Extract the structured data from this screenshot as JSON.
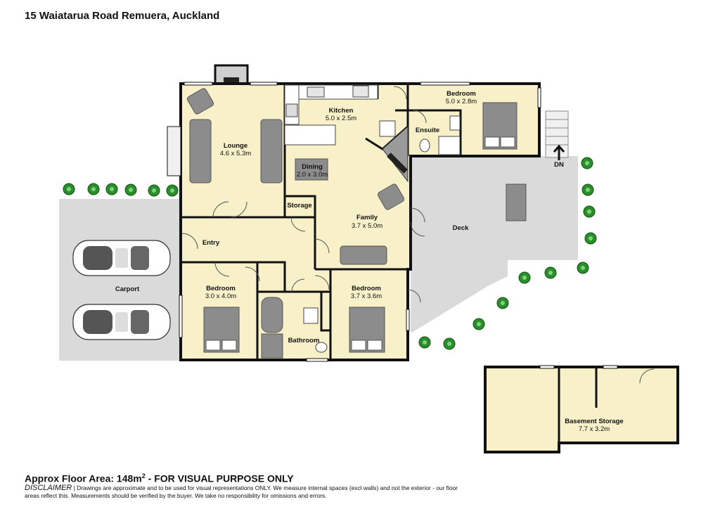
{
  "header": {
    "address": "15 Waiatarua Road Remuera, Auckland"
  },
  "rooms": {
    "lounge": {
      "name": "Lounge",
      "dims": "4.6 x 5.3m"
    },
    "kitchen": {
      "name": "Kitchen",
      "dims": "5.0 x 2.5m"
    },
    "dining": {
      "name": "Dining",
      "dims": "2.0 x 3.0m"
    },
    "family": {
      "name": "Family",
      "dims": "3.7 x 5.0m"
    },
    "storage": {
      "name": "Storage"
    },
    "entry": {
      "name": "Entry"
    },
    "bedroom_top": {
      "name": "Bedroom",
      "dims": "5.0 x 2.8m"
    },
    "ensuite": {
      "name": "Ensuite"
    },
    "bedroom_left": {
      "name": "Bedroom",
      "dims": "3.0 x 4.0m"
    },
    "bedroom_mid": {
      "name": "Bedroom",
      "dims": "3.7 x 3.6m"
    },
    "bathroom": {
      "name": "Bathroom"
    },
    "deck": {
      "name": "Deck"
    },
    "carport": {
      "name": "Carport"
    },
    "basement": {
      "name": "Basement Storage",
      "dims": "7.7 x 3.2m"
    },
    "stairs_label": "DN"
  },
  "footer": {
    "area_label": "Approx Floor Area: 148m",
    "area_sup": "2",
    "area_suffix": " - FOR VISUAL PURPOSE ONLY",
    "disclaimer_head": "DISCLAIMER",
    "disclaimer_text": " | Drawings are approximate and to be used for visual representations ONLY. We measure internal spaces (excl walls) and not the exterior - our floor areas reflect this. Measurements should be verified by the buyer. We take no responsibility for omissions and errors."
  },
  "colors": {
    "room_fill": "#f8f0c8",
    "outdoor_fill": "#dadada",
    "wall": "#111111",
    "furniture": "#8c8c8c",
    "tree": "#2a8f2a"
  }
}
